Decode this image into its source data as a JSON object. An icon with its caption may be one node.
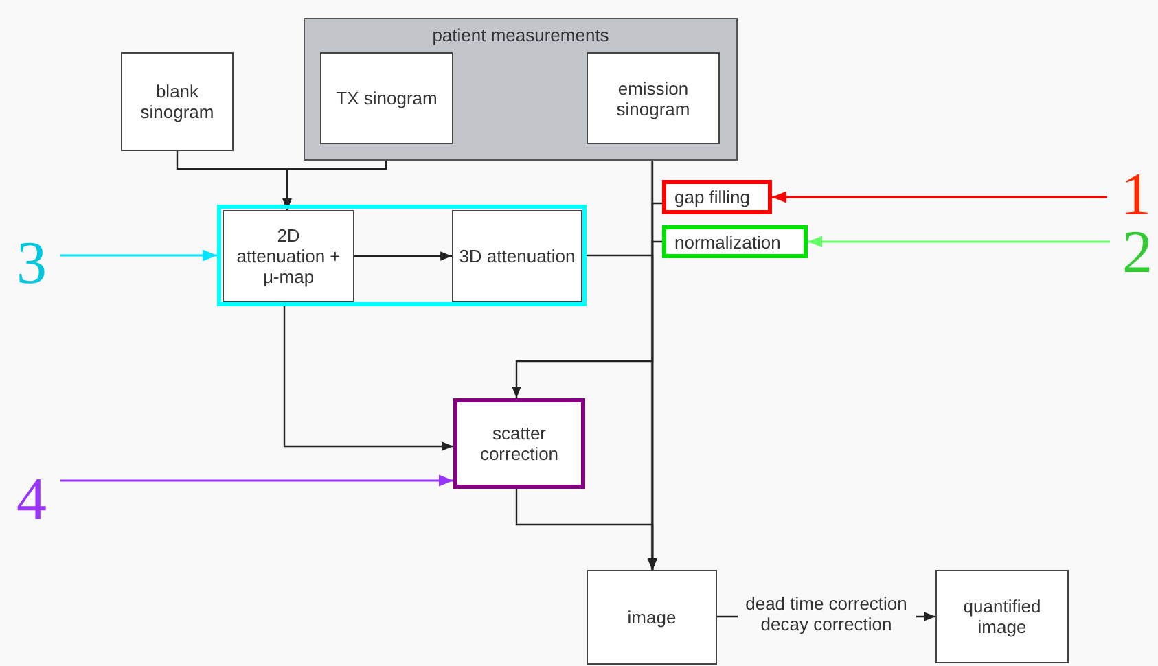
{
  "diagram": {
    "nodes": [
      {
        "text": [
          "patient measurements"
        ]
      },
      {
        "text": [
          "blank sinogram"
        ]
      },
      {
        "text": [
          "TX sinogram"
        ],
        "in": 0
      },
      {
        "text": [
          "emission sinogram"
        ],
        "in": 0
      },
      {
        "text": [],
        "shape": "box"
      },
      {
        "text": [
          "2D attenuation + μ-map"
        ],
        "in": 4
      },
      {
        "text": [
          "3D attenuation"
        ],
        "in": 4
      },
      {
        "text": [
          "gap filling"
        ]
      },
      {
        "text": [
          "normalization"
        ]
      },
      {
        "text": [
          "scatter correction"
        ]
      },
      {
        "text": [
          "image"
        ]
      },
      {
        "text": [
          "quantified image"
        ]
      },
      {
        "text": [
          "1"
        ]
      },
      {
        "text": [
          "2"
        ]
      },
      {
        "text": [
          "3"
        ]
      },
      {
        "text": [
          "4"
        ]
      }
    ],
    "edges": [
      {
        "from": 1,
        "to": 5,
        "arrow": "to"
      },
      {
        "from": 2,
        "to": 5,
        "arrow": "to"
      },
      {
        "from": 5,
        "to": 6,
        "arrow": "to"
      },
      {
        "from": 3,
        "to": 10,
        "arrow": "to",
        "color": "#888888"
      },
      {
        "from": 6,
        "to": 10,
        "arrow": "to"
      },
      {
        "from": 7,
        "to": 10,
        "arrow": "to"
      },
      {
        "from": 8,
        "to": 10,
        "arrow": "to"
      },
      {
        "from": 3,
        "to": 9,
        "arrow": "to"
      },
      {
        "from": 5,
        "to": 9,
        "arrow": "to"
      },
      {
        "from": 9,
        "to": 10,
        "arrow": "to"
      },
      {
        "from": 10,
        "to": 11,
        "arrow": "to",
        "label": "dead time correction decay correction"
      },
      {
        "from": 12,
        "to": 7,
        "arrow": "to",
        "color": "#ff0000"
      },
      {
        "from": 13,
        "to": 8,
        "arrow": "to",
        "color": "#66ff66"
      },
      {
        "from": 14,
        "to": 4,
        "arrow": "to",
        "color": "#00e5ff"
      },
      {
        "from": 15,
        "to": 9,
        "arrow": "to",
        "color": "#9933ff"
      }
    ]
  }
}
